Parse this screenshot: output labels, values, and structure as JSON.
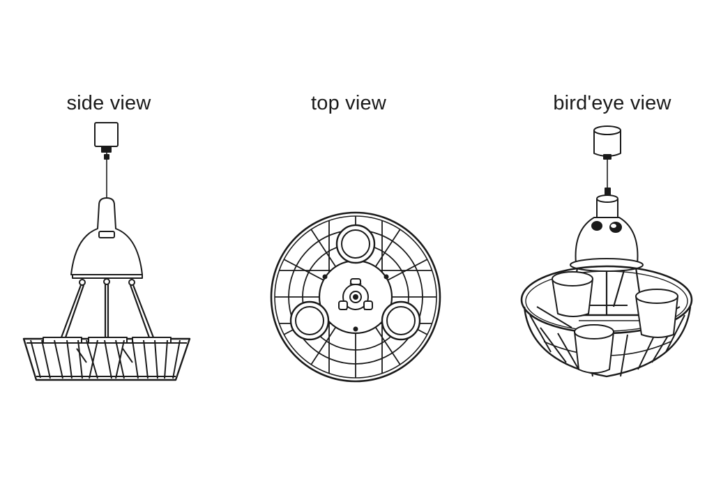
{
  "views": {
    "side": {
      "label": "side view"
    },
    "top": {
      "label": "top view"
    },
    "bird": {
      "label": "bird'eye view"
    }
  },
  "colors": {
    "line": "#1a1a1a",
    "background": "#ffffff"
  }
}
